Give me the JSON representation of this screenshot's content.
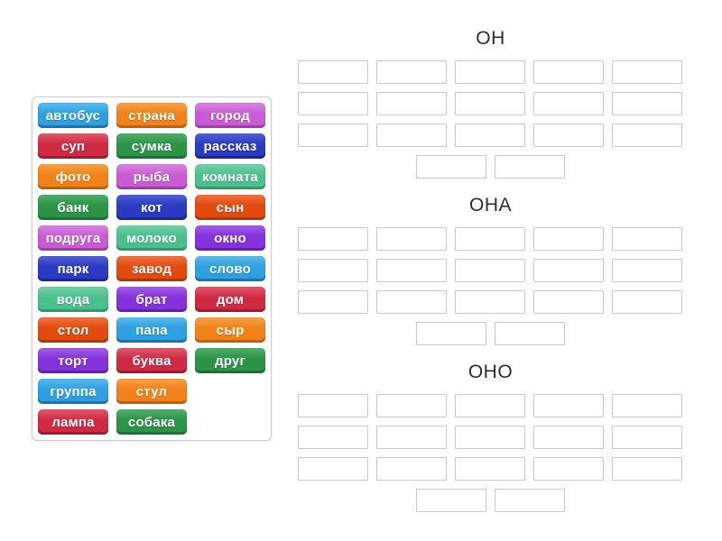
{
  "canvas": {
    "background": "#ffffff"
  },
  "palette": {
    "lightblue": {
      "base": "#2E9FE0",
      "light": "#5BBCEE",
      "dark": "#1B76AE"
    },
    "orange": {
      "base": "#F28118",
      "light": "#F6A34C",
      "dark": "#BE6207"
    },
    "orchid": {
      "base": "#C95BD5",
      "light": "#DA85E2",
      "dark": "#9C3FA8"
    },
    "crimson": {
      "base": "#D02A43",
      "light": "#DE5A6E",
      "dark": "#A01B30"
    },
    "green": {
      "base": "#2B9447",
      "light": "#52AE6B",
      "dark": "#1C7233"
    },
    "darkblue": {
      "base": "#2A3AC2",
      "light": "#5361D3",
      "dark": "#1B2894"
    },
    "emerald": {
      "base": "#4AC08D",
      "light": "#74D1A9",
      "dark": "#349A6E"
    },
    "orangered": {
      "base": "#E24A0E",
      "light": "#EF7340",
      "dark": "#AE3707"
    },
    "violet": {
      "base": "#8432DC",
      "light": "#A15FE6",
      "dark": "#641FAE"
    }
  },
  "word_bank": {
    "rows": [
      [
        {
          "label": "автобус",
          "color": "lightblue"
        },
        {
          "label": "страна",
          "color": "orange"
        },
        {
          "label": "город",
          "color": "orchid"
        }
      ],
      [
        {
          "label": "суп",
          "color": "crimson"
        },
        {
          "label": "сумка",
          "color": "green"
        },
        {
          "label": "рассказ",
          "color": "darkblue"
        }
      ],
      [
        {
          "label": "фото",
          "color": "orange"
        },
        {
          "label": "рыба",
          "color": "orchid"
        },
        {
          "label": "комната",
          "color": "emerald"
        }
      ],
      [
        {
          "label": "банк",
          "color": "green"
        },
        {
          "label": "кот",
          "color": "darkblue"
        },
        {
          "label": "сын",
          "color": "orangered"
        }
      ],
      [
        {
          "label": "подруга",
          "color": "orchid"
        },
        {
          "label": "молоко",
          "color": "emerald"
        },
        {
          "label": "окно",
          "color": "violet"
        }
      ],
      [
        {
          "label": "парк",
          "color": "darkblue"
        },
        {
          "label": "завод",
          "color": "orangered"
        },
        {
          "label": "слово",
          "color": "lightblue"
        }
      ],
      [
        {
          "label": "вода",
          "color": "emerald"
        },
        {
          "label": "брат",
          "color": "violet"
        },
        {
          "label": "дом",
          "color": "crimson"
        }
      ],
      [
        {
          "label": "стол",
          "color": "orangered"
        },
        {
          "label": "папа",
          "color": "lightblue"
        },
        {
          "label": "сыр",
          "color": "orange"
        }
      ],
      [
        {
          "label": "торт",
          "color": "violet"
        },
        {
          "label": "буква",
          "color": "crimson"
        },
        {
          "label": "друг",
          "color": "green"
        }
      ],
      [
        {
          "label": "группа",
          "color": "lightblue"
        },
        {
          "label": "стул",
          "color": "orange"
        }
      ],
      [
        {
          "label": "лампа",
          "color": "crimson"
        },
        {
          "label": "собака",
          "color": "green"
        }
      ]
    ]
  },
  "groups": [
    {
      "title": "ОН",
      "slot_rows": [
        5,
        5,
        5,
        2
      ]
    },
    {
      "title": "ОНА",
      "slot_rows": [
        5,
        5,
        5,
        2
      ]
    },
    {
      "title": "ОНО",
      "slot_rows": [
        5,
        5,
        5,
        2
      ]
    }
  ],
  "slot_style": {
    "border": "#c9c9c9",
    "fill": "#ffffff"
  },
  "title_color": "#2d2d2d"
}
